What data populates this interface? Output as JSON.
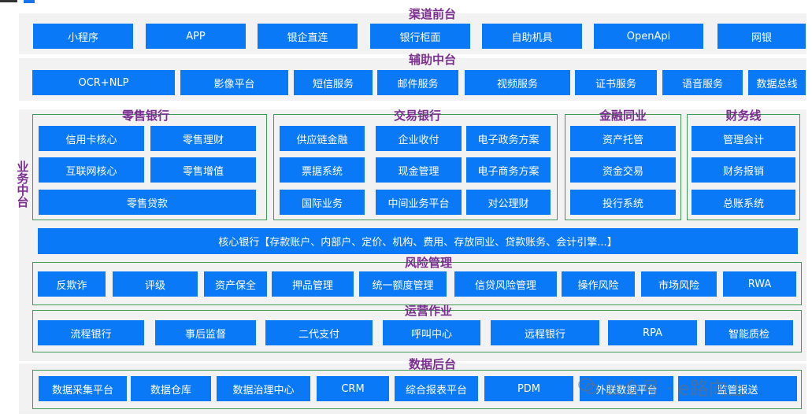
{
  "sections": {
    "channel": {
      "title": "渠道前台",
      "items": [
        "小程序",
        "APP",
        "银企直连",
        "银行柜面",
        "自助机具",
        "OpenApi",
        "网银"
      ]
    },
    "assist": {
      "title": "辅助中台",
      "items": [
        "OCR+NLP",
        "影像平台",
        "短信服务",
        "邮件服务",
        "视频服务",
        "证书服务",
        "语音服务",
        "数据总线"
      ]
    },
    "business": {
      "side_label": "业务中台",
      "retail": {
        "title": "零售银行",
        "items": [
          "信用卡核心",
          "零售理财",
          "互联网核心",
          "零售增值",
          "零售贷款"
        ]
      },
      "trade": {
        "title": "交易银行",
        "items": [
          "供应链金融",
          "企业收付",
          "电子政务方案",
          "票据系统",
          "现金管理",
          "电子商务方案",
          "国际业务",
          "中间业务平台",
          "对公理财"
        ]
      },
      "interbank": {
        "title": "金融同业",
        "items": [
          "资产托管",
          "资金交易",
          "投行系统"
        ]
      },
      "finance": {
        "title": "财务线",
        "items": [
          "管理会计",
          "财务报销",
          "总账系统"
        ]
      },
      "core": "核心银行【存款账户、内部户、定价、机构、费用、存放同业、贷款账务、会计引擎...】"
    },
    "risk": {
      "title": "风险管理",
      "items": [
        "反欺诈",
        "评级",
        "资产保全",
        "押品管理",
        "统一额度管理",
        "信贷风险管理",
        "操作风险",
        "市场风险",
        "RWA"
      ]
    },
    "ops": {
      "title": "运营作业",
      "items": [
        "流程银行",
        "事后监督",
        "二代支付",
        "呼叫中心",
        "远程银行",
        "RPA",
        "智能质检"
      ]
    },
    "data": {
      "title": "数据后台",
      "items": [
        "数据采集平台",
        "数据仓库",
        "数据治理中心",
        "CRM",
        "综合报表平台",
        "PDM",
        "外联数据平台",
        "监管报送"
      ]
    }
  },
  "watermark": {
    "icon": "wechat-icon",
    "text": "公众号 · e路向上"
  },
  "colors": {
    "box": "#0a79f7",
    "title": "#7a2f8f",
    "group_border": "#3e9a54",
    "band": "#f2f2f2"
  }
}
